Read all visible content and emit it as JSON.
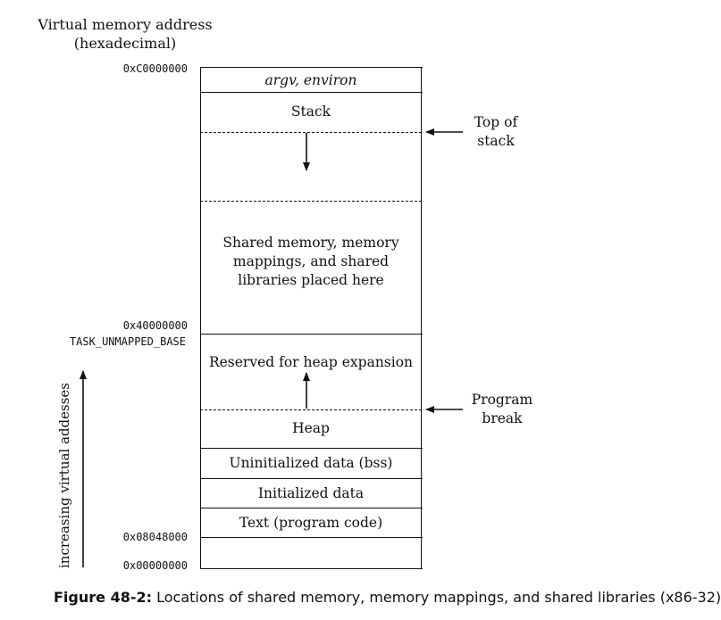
{
  "axis": {
    "title_line1": "Virtual memory address",
    "title_line2": "(hexadecimal)",
    "direction_label": "increasing virtual addesses"
  },
  "addresses": {
    "top": "0xC0000000",
    "mid": "0x40000000",
    "mid_symbol": "TASK_UNMAPPED_BASE",
    "text_start": "0x08048000",
    "zero": "0x00000000"
  },
  "segments": {
    "argv": "argv, environ",
    "stack": "Stack",
    "shared_line1": "Shared memory, memory",
    "shared_line2": "mappings, and shared",
    "shared_line3": "libraries placed here",
    "reserved": "Reserved for heap expansion",
    "heap": "Heap",
    "bss": "Uninitialized data (bss)",
    "data": "Initialized data",
    "text": "Text (program code)"
  },
  "pointers": {
    "top_of_stack_line1": "Top of",
    "top_of_stack_line2": "stack",
    "program_break_line1": "Program",
    "program_break_line2": "break"
  },
  "caption": {
    "figure_number": "Figure 48-2:",
    "text": " Locations of shared memory, memory mappings, and shared libraries (x86-32)"
  }
}
